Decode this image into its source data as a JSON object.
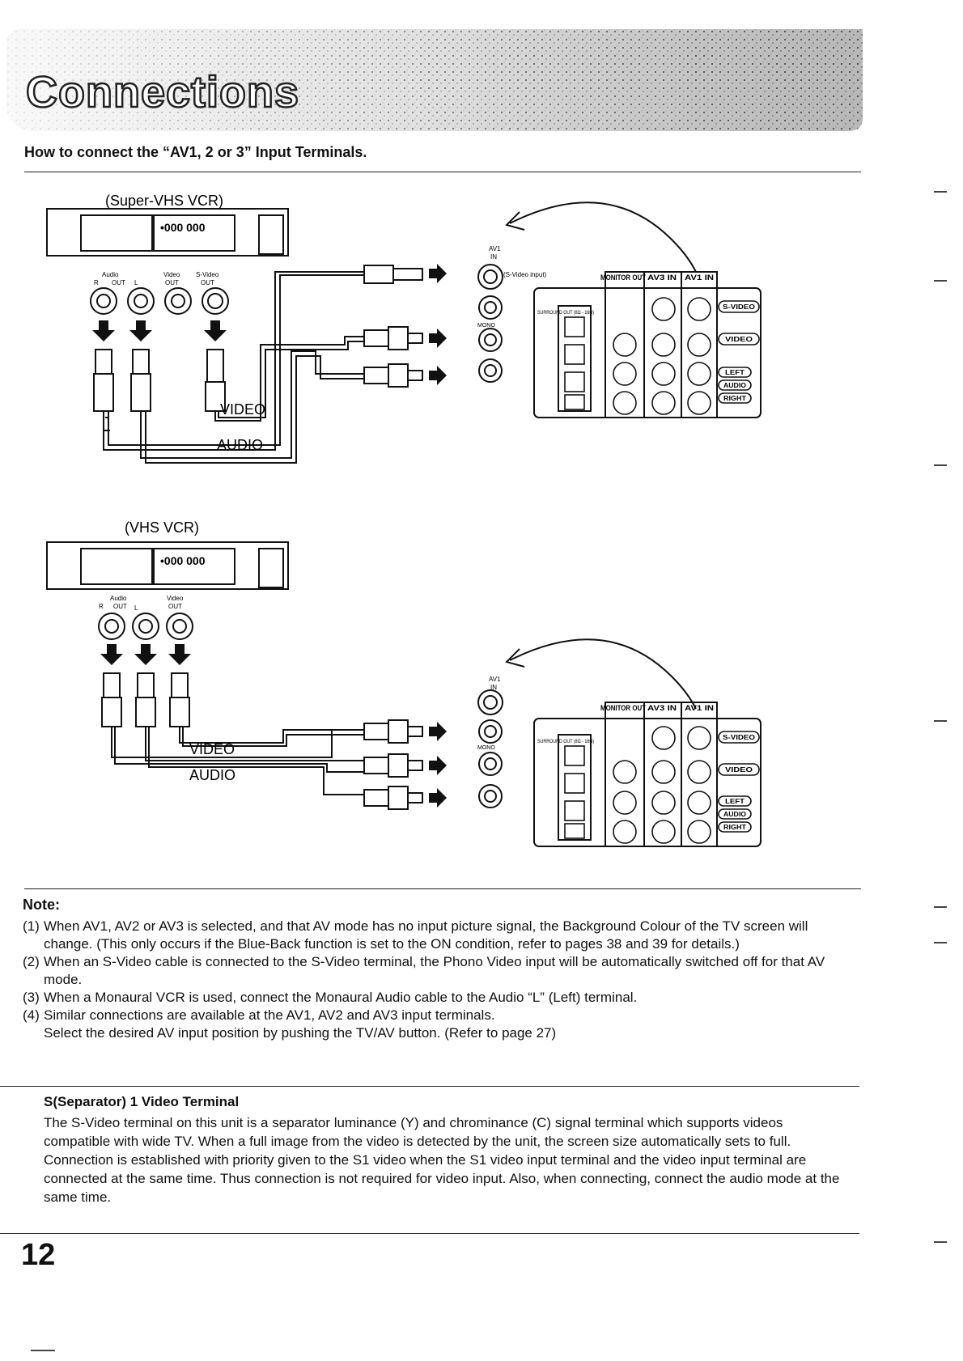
{
  "header": {
    "banner_title": "Connections",
    "subtitle": "How to connect the “AV1, 2 or 3” Input Terminals."
  },
  "diagram_top": {
    "device_label": "(Super-VHS VCR)",
    "display_digits": "•000 000",
    "out_labels": [
      "Audio",
      "R",
      "OUT",
      "L",
      "Video",
      "OUT",
      "S-Video",
      "OUT"
    ],
    "cable_video": "VIDEO",
    "cable_audio": "AUDIO",
    "tv_input": "AV1",
    "tv_input_sub": "IN",
    "svideo_input": "(S-Video input)",
    "mono_label": "MONO",
    "panel_headers": [
      "MONITOR OUT",
      "AV3 IN",
      "AV1 IN"
    ],
    "surround_label": "SURROUND OUT (8Ω - 16Ω)",
    "side_labels": [
      "S-VIDEO",
      "VIDEO",
      "LEFT",
      "AUDIO",
      "RIGHT"
    ]
  },
  "diagram_bottom": {
    "device_label": "(VHS VCR)",
    "display_digits": "•000 000",
    "out_labels": [
      "Audio",
      "R",
      "OUT",
      "L",
      "Video",
      "OUT"
    ],
    "cable_video": "VIDEO",
    "cable_audio": "AUDIO",
    "tv_input": "AV1",
    "tv_input_sub": "IN",
    "mono_label": "MONO",
    "panel_headers": [
      "MONITOR OUT",
      "AV3 IN",
      "AV1 IN"
    ],
    "surround_label": "SURROUND OUT (8Ω - 16Ω)",
    "side_labels": [
      "S-VIDEO",
      "VIDEO",
      "LEFT",
      "AUDIO",
      "RIGHT"
    ]
  },
  "note": {
    "heading": "Note:",
    "items": [
      {
        "num": "(1)",
        "text": "When AV1, AV2 or AV3 is selected, and that AV mode has no input picture signal, the Background Colour of the TV screen will change. (This only occurs if the Blue-Back function is set to the ON condition, refer to pages 38 and 39 for details.)"
      },
      {
        "num": "(2)",
        "text": "When an S-Video cable is connected to the S-Video terminal, the Phono Video input will be automatically switched off for that AV mode."
      },
      {
        "num": "(3)",
        "text": "When a Monaural VCR is used, connect the Monaural Audio cable to the Audio “L” (Left) terminal."
      },
      {
        "num": "(4)",
        "text": "Similar connections are available at the AV1, AV2 and AV3 input terminals."
      }
    ],
    "continuation": "Select the desired AV input position by pushing the TV/AV button. (Refer to page 27)"
  },
  "separator_section": {
    "title": "S(Separator) 1 Video Terminal",
    "body": "The S-Video terminal on this unit is a separator luminance (Y) and chrominance (C) signal terminal which supports videos compatible with wide TV. When a full image from the video is detected by the unit, the screen size automatically sets to full. Connection is established with priority given to the S1 video when the S1 video input terminal and the video input terminal are connected at the same time. Thus connection is not required for video input. Also, when connecting, connect the audio mode at the same time."
  },
  "page_number": "12"
}
